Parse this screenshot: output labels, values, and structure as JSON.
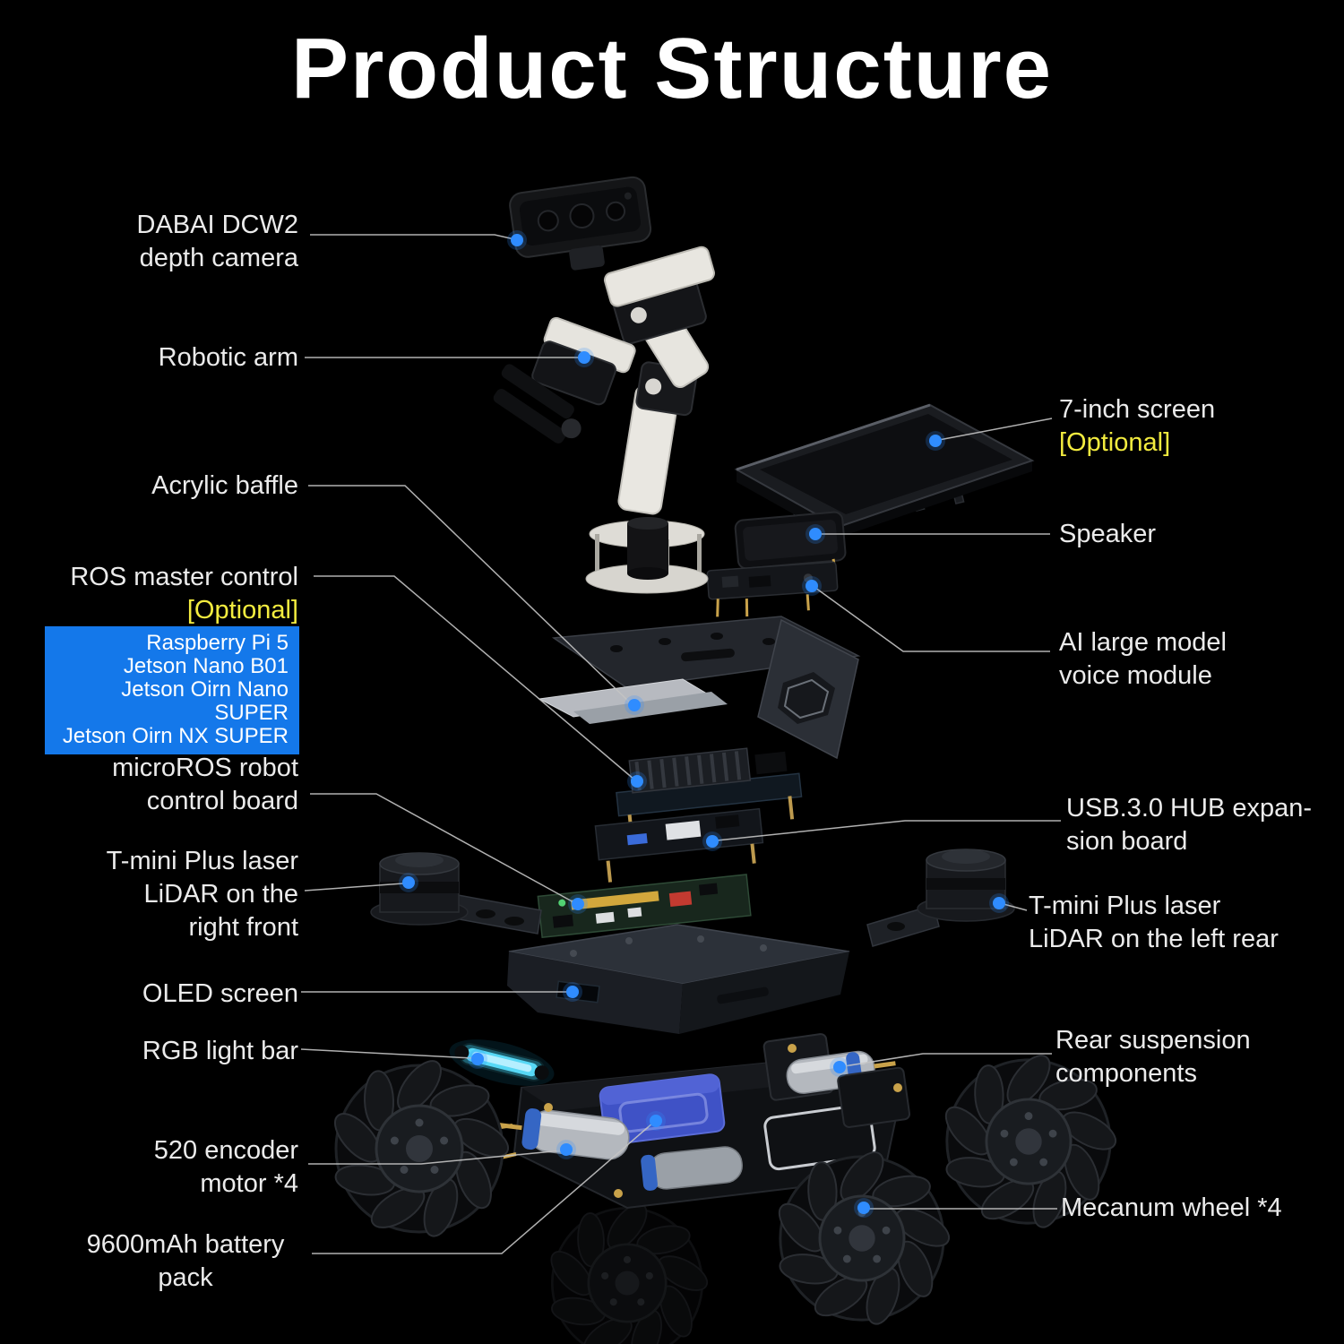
{
  "title": "Product Structure",
  "colors": {
    "background": "#000000",
    "label_text": "#ebebeb",
    "optional_yellow": "#f3ec3f",
    "highlight_box_blue": "#1478ea",
    "connector_dot_blue": "#2f8cff",
    "leader_line": "#c4c4c4"
  },
  "left_labels": [
    {
      "id": "depth-camera",
      "lines": [
        "DABAI DCW2",
        "depth camera"
      ]
    },
    {
      "id": "robotic-arm",
      "lines": [
        "Robotic arm"
      ]
    },
    {
      "id": "acrylic-baffle",
      "lines": [
        "Acrylic baffle"
      ]
    },
    {
      "id": "ros-master-control",
      "lines": [
        "ROS master control"
      ],
      "optional": "[Optional]"
    },
    {
      "id": "controller-options",
      "box_lines": [
        "Raspberry Pi 5",
        "Jetson Nano B01",
        "Jetson Oirn Nano SUPER",
        "Jetson Oirn NX SUPER"
      ]
    },
    {
      "id": "microros-board",
      "lines": [
        "microROS robot",
        "control board"
      ]
    },
    {
      "id": "lidar-right-front",
      "lines": [
        "T-mini Plus laser",
        "LiDAR on the",
        "right front"
      ]
    },
    {
      "id": "oled-screen",
      "lines": [
        "OLED screen"
      ]
    },
    {
      "id": "rgb-light-bar",
      "lines": [
        "RGB light bar"
      ]
    },
    {
      "id": "encoder-motor",
      "lines": [
        "520 encoder",
        "motor *4"
      ]
    },
    {
      "id": "battery-pack",
      "lines": [
        "9600mAh battery",
        "pack"
      ]
    }
  ],
  "right_labels": [
    {
      "id": "seven-inch-screen",
      "lines": [
        "7-inch screen"
      ],
      "optional": "[Optional]"
    },
    {
      "id": "speaker",
      "lines": [
        "Speaker"
      ]
    },
    {
      "id": "voice-module",
      "lines": [
        "AI large model",
        "voice module"
      ]
    },
    {
      "id": "usb-hub",
      "lines": [
        "USB.3.0 HUB expan-",
        "sion board"
      ]
    },
    {
      "id": "lidar-left-rear",
      "lines": [
        "T-mini Plus laser",
        "LiDAR on the left rear"
      ]
    },
    {
      "id": "rear-suspension",
      "lines": [
        "Rear suspension",
        "components"
      ]
    },
    {
      "id": "mecanum-wheel",
      "lines": [
        "Mecanum wheel *4"
      ]
    }
  ]
}
